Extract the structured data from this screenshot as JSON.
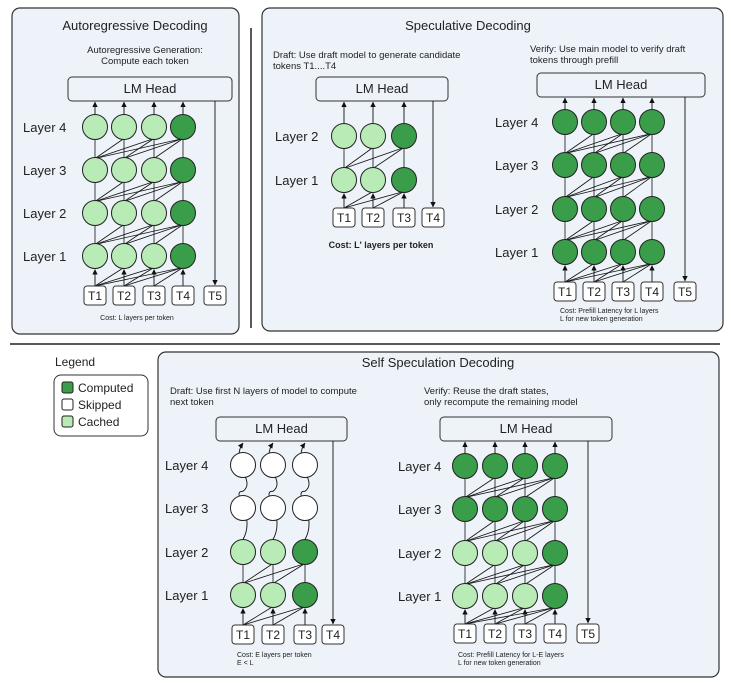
{
  "colors": {
    "computed": "#3a9d4a",
    "skipped": "#ffffff",
    "cached": "#b8ebb6",
    "panel_bg": "#edf3f8"
  },
  "layer_labels": [
    "Layer 1",
    "Layer 2",
    "Layer 3",
    "Layer 4"
  ],
  "lm_head": "LM Head",
  "tokens": [
    "T1",
    "T2",
    "T3",
    "T4",
    "T5"
  ],
  "autoregressive": {
    "title": "Autoregressive Decoding",
    "subtitle_lines": [
      "Autoregressive Generation:",
      "Compute each token"
    ],
    "cost": "Cost: L layers per token"
  },
  "speculative": {
    "title": "Speculative Decoding",
    "draft_lines": [
      "Draft: Use draft model to generate candidate",
      "tokens T1....T4"
    ],
    "verify_lines": [
      "Verify: Use main model to verify draft",
      "tokens through prefill"
    ],
    "draft_cost": "Cost: L' layers per token",
    "verify_cost_lines": [
      "Cost: Prefill Latency for L layers",
      "L for new token generation"
    ]
  },
  "self_spec": {
    "title": "Self Speculation Decoding",
    "draft_lines": [
      "Draft: Use first N layers of model to compute",
      "next token"
    ],
    "verify_lines": [
      "Verify: Reuse the draft states,",
      "only recompute the remaining model"
    ],
    "draft_cost_lines": [
      "Cost: E layers per token",
      "E < L"
    ],
    "verify_cost_lines": [
      "Cost: Prefill Latency for L-E layers",
      "L for new token generation"
    ]
  },
  "legend": {
    "title": "Legend",
    "items": [
      {
        "label": "Computed",
        "state": "C"
      },
      {
        "label": "Skipped",
        "state": "S"
      },
      {
        "label": "Cached",
        "state": "K"
      }
    ]
  }
}
